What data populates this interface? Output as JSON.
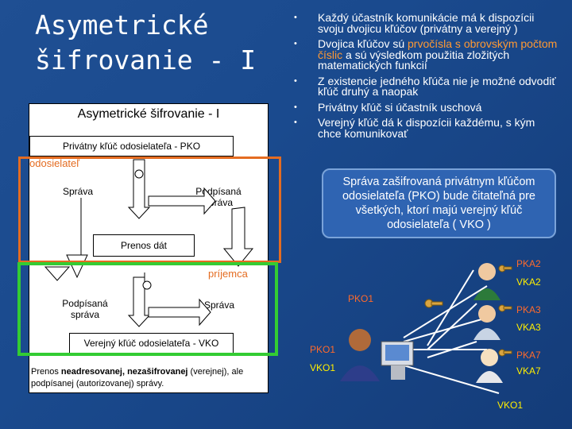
{
  "title": "Asymetrické šifrovanie - I",
  "bullets": [
    "Každý účastník komunikácie má k dispozícii svoju dvojicu kľúčov (privátny a verejný )",
    "Dvojica kľúčov sú ",
    "prvočísla s obrovským počtom číslic",
    " a sú výsledkom použitia zložitých matematických funkcií",
    "Z existencie jedného kľúča nie je možné odvodiť kľúč druhý a naopak",
    "Privátny kľúč si účastník uschová",
    "Verejný kľúč dá k dispozícii každému, s kým chce komunikovať"
  ],
  "diagram": {
    "heading": "Asymetrické šifrovanie - I",
    "private_key_label": "Privátny kľúč odosielateľa - PKO",
    "sender_label": "odosielateľ",
    "message_1": "Správa",
    "signed_1": "Podpísaná správa",
    "transfer": "Prenos dát",
    "receiver_label": "príjemca",
    "signed_2": "Podpísaná správa",
    "message_2": "Správa",
    "public_key_label": "Verejný kľúč odosielateľa - VKO",
    "caption_prefix": "Prenos ",
    "caption_bold": "neadresovanej, nezašifrovanej",
    "caption_rest": " (verejnej), ale podpísanej (autorizovanej) správy."
  },
  "callout": "Správa zašifrovaná privátnym kľúčom odosielateľa (PKO) bude čitateľná pre všetkých, ktorí majú verejný kľúč odosielateľa ( VKO )",
  "network": {
    "pko1_top": "PKO1",
    "pko1_left": "PKO1",
    "vko1_left": "VKO1",
    "vko1_bottom": "VKO1",
    "pka2": "PKA2",
    "vka2": "VKA2",
    "pka3": "PKA3",
    "vka3": "VKA3",
    "pka7": "PKA7",
    "vka7": "VKA7"
  },
  "colors": {
    "background": "#1a4a8e",
    "accent_orange": "#e46c21",
    "accent_green": "#33cc33",
    "key_yellow": "#ffee00"
  }
}
